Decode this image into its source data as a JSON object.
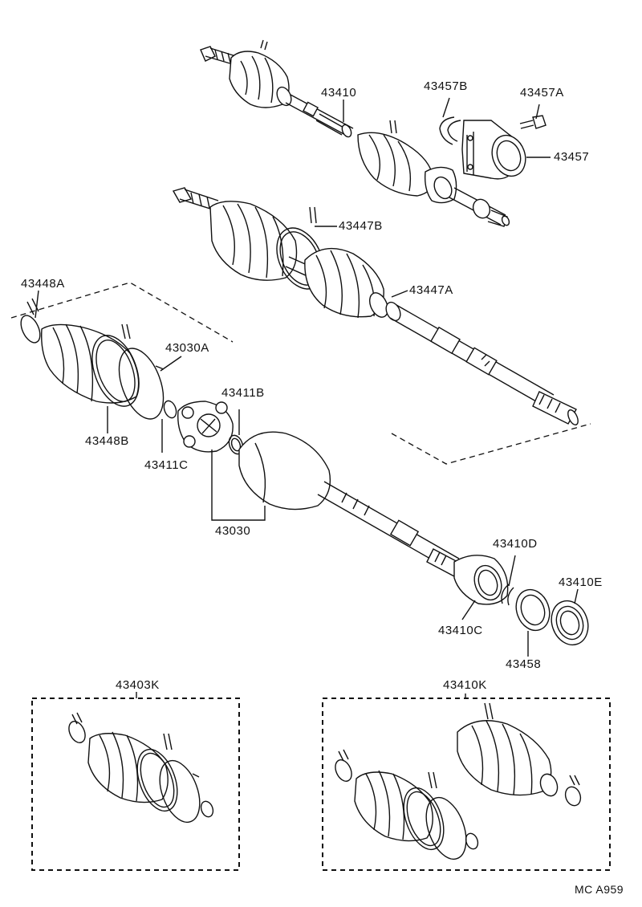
{
  "parts": {
    "p43410": "43410",
    "p43457B": "43457B",
    "p43457A": "43457A",
    "p43457": "43457",
    "p43447B": "43447B",
    "p43447A": "43447A",
    "p43448A": "43448A",
    "p43030A": "43030A",
    "p43411B": "43411B",
    "p43448B": "43448B",
    "p43411C": "43411C",
    "p43030": "43030",
    "p43410D": "43410D",
    "p43410E": "43410E",
    "p43410C": "43410C",
    "p43458": "43458",
    "p43403K": "43403K",
    "p43410K": "43410K"
  },
  "figure_code": "MC A959"
}
